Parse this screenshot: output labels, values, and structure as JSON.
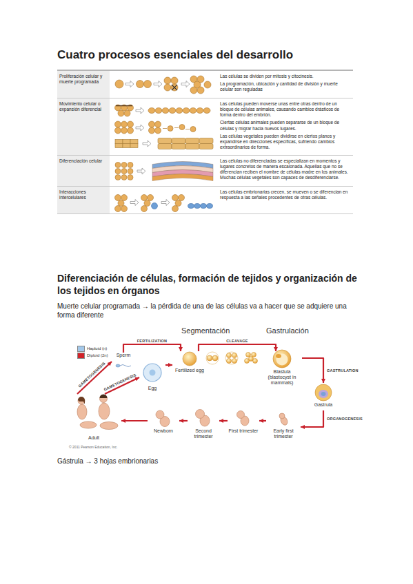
{
  "diagram": {
    "title": "Cuatro procesos esenciales del desarrollo",
    "nodes": [
      {
        "text": [
          "Proliferación celular y muerte programada",
          "Las células se dividen por mitosis y citocinesis.",
          "La programación, ubicación y cantidad de división y muerte celular son reguladas"
        ]
      },
      {
        "text": [
          "Movimiento celular o expansión diferencial",
          "Las células pueden moverse unas entre otras dentro de un bloque de células animales, causando cambios drásticos de forma dentro del embrión.",
          "Ciertas células animales pueden separarse de un bloque de células y migrar hacia nuevos lugares.",
          "Las células vegetales pueden dividirse en ciertos planos y expandirse en direcciones específicas, sufriendo cambios extraordinarios de forma."
        ]
      },
      {
        "text": [
          "Diferenciación celular",
          "Las células no diferenciadas se especializan en momentos y lugares concretos de manera escalonada. Aquellas que no se diferencian reciben el nombre de células madre en los animales. Muchas células vegetales son capaces de desdiferenciarse."
        ]
      },
      {
        "text": [
          "Interacciones intercelulares",
          "Las células embrionarias crecen, se mueven o se diferencian en respuesta a las señales procedentes de otras células."
        ]
      },
      {
        "text": [
          "Sperm"
        ]
      },
      {
        "text": [
          "Egg"
        ]
      },
      {
        "text": [
          "Fertilized egg"
        ]
      },
      {
        "text": [
          "Blastula (blastocyst in mammals)"
        ]
      },
      {
        "text": [
          "Gastrula"
        ]
      },
      {
        "text": [
          "Early first trimester"
        ]
      },
      {
        "text": [
          "First trimester"
        ]
      },
      {
        "text": [
          "Second trimester"
        ]
      },
      {
        "text": [
          "Newborn"
        ]
      },
      {
        "text": [
          "Adult"
        ]
      }
    ],
    "edges": [
      {
        "from": 13,
        "to": 4,
        "arrow": "to",
        "label": "GAMETOGENESIS"
      },
      {
        "from": 13,
        "to": 5,
        "arrow": "to",
        "label": "GAMETOGENESIS"
      },
      {
        "from": 4,
        "to": 6,
        "arrow": "to",
        "label": "FERTILIZATION"
      },
      {
        "from": 5,
        "to": 6,
        "arrow": "to"
      },
      {
        "from": 6,
        "to": 7,
        "arrow": "to",
        "label": "CLEAVAGE"
      },
      {
        "from": 7,
        "to": 8,
        "arrow": "to",
        "label": "GASTRULATION"
      },
      {
        "from": 8,
        "to": 9,
        "arrow": "to",
        "label": "ORGANOGENESIS"
      },
      {
        "from": 9,
        "to": 10,
        "arrow": "to"
      },
      {
        "from": 10,
        "to": 11,
        "arrow": "to"
      },
      {
        "from": 11,
        "to": 12,
        "arrow": "to"
      },
      {
        "from": 12,
        "to": 13,
        "arrow": "to"
      }
    ],
    "labels": [
      "Diferenciación de células, formación de tejidos y organización de los tejidos en órganos",
      "Muerte celular programada → la pérdida de una de las células va a hacer que se adquiere una forma diferente",
      "Segmentación",
      "Gastrulación",
      "© 2011 Pearson Education, Inc.",
      "Gástrula → 3 hojas embrionarias"
    ],
    "legend": [
      {
        "text": "Haploid (n)",
        "color": "#a3c8ea"
      },
      {
        "text": "Diploid (2n)",
        "color": "#d2232a"
      }
    ]
  }
}
